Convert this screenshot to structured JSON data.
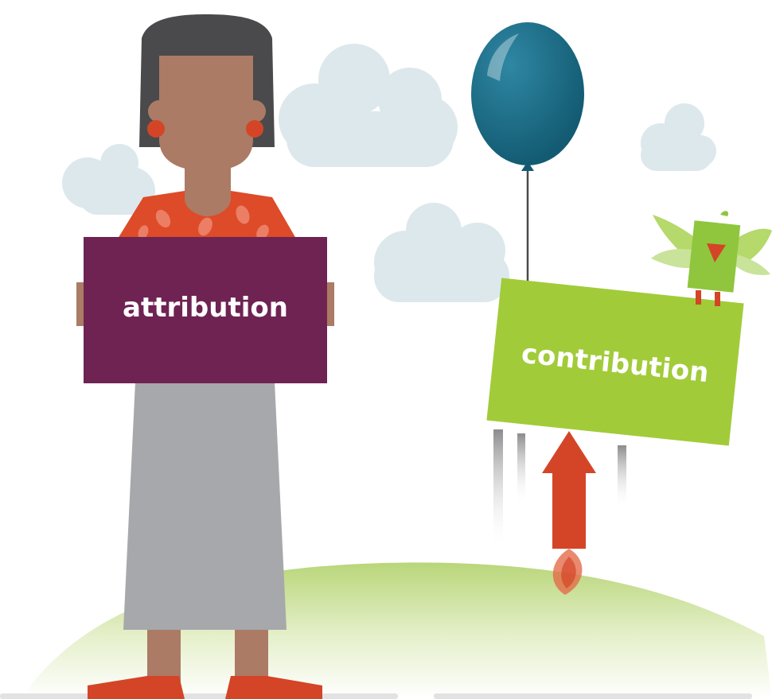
{
  "signs": {
    "left": {
      "label": "attribution",
      "color": "#6e2353"
    },
    "right": {
      "label": "contribution",
      "color": "#a2cb3a"
    }
  },
  "colors": {
    "skin": "#ab7b66",
    "hair": "#4a4a4c",
    "earring": "#d44527",
    "shirt": "#dd4b28",
    "skirt": "#a7a8ab",
    "shoes": "#d44527",
    "balloon": "#176b86",
    "cloud": "#dce8ec",
    "ground": "#c8de8e",
    "rocket": "#d44527",
    "bird": "#8fc63d"
  },
  "icons": [
    "woman-figure",
    "balloon-icon",
    "bird-icon",
    "rocket-icon",
    "cloud-icon"
  ]
}
